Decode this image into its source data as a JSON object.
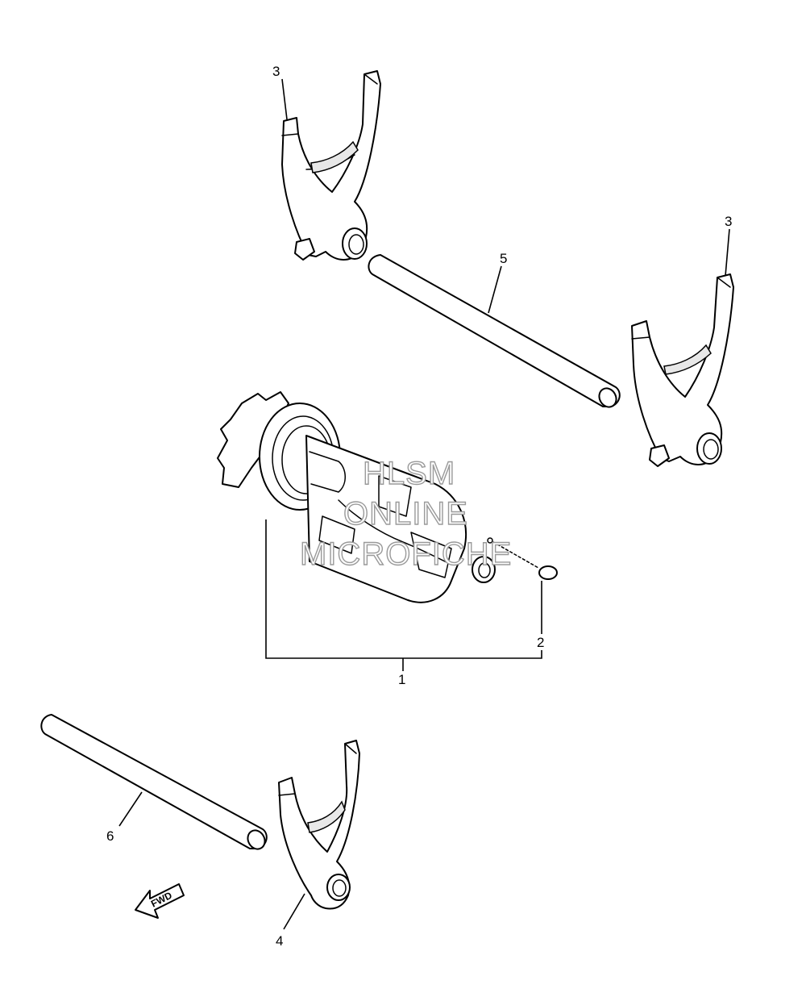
{
  "diagram": {
    "callouts": {
      "c1": "1",
      "c2": "2",
      "c3a": "3",
      "c3b": "3",
      "c4": "4",
      "c5": "5",
      "c6": "6"
    },
    "watermark": {
      "line1": "HLSM",
      "line2": "ONLINE",
      "line3": "MICROFICHE"
    },
    "direction_arrow": {
      "label": "FWD",
      "icon": "fwd-arrow-icon"
    },
    "colors": {
      "line": "#000000",
      "watermark_outline": "#9a9a9a"
    }
  }
}
